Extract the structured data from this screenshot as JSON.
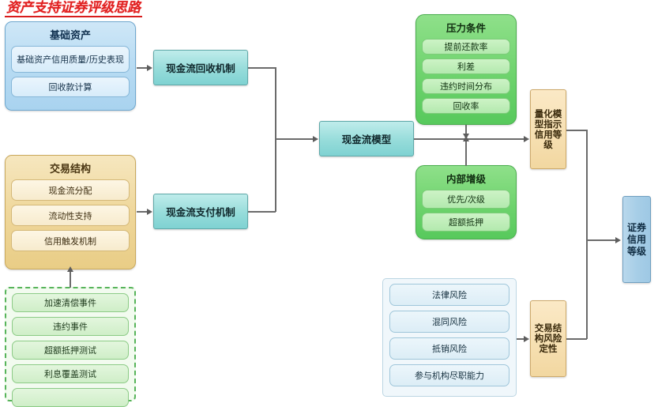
{
  "title": "资产支持证券评级思路",
  "watermark": "",
  "colors": {
    "title_red": "#e02020",
    "blue_group": "#b9dcf3",
    "tan_group": "#efd79b",
    "green_group": "#6ed36d",
    "cyan_box": "#96dcda",
    "vtan_box": "#f6dfb1",
    "vblue_box": "#a7cee7",
    "dashed_green": "#57b45a",
    "connector": "#6b6b6b"
  },
  "groups": {
    "base_assets": {
      "header": "基础资产",
      "items": [
        "基础资产信用质量/历史表现",
        "回收款计算"
      ]
    },
    "transaction_structure": {
      "header": "交易结构",
      "items": [
        "现金流分配",
        "流动性支持",
        "信用触发机制"
      ]
    },
    "trigger_events": {
      "header": "",
      "items": [
        "加速清偿事件",
        "违约事件",
        "超额抵押测试",
        "利息覆盖测试",
        ""
      ]
    },
    "stress_conditions": {
      "header": "压力条件",
      "items": [
        "提前还款率",
        "利差",
        "违约时间分布",
        "回收率"
      ]
    },
    "internal_enhancement": {
      "header": "内部增级",
      "items": [
        "优先/次级",
        "超额抵押"
      ]
    },
    "qualitative_risks": {
      "header": "",
      "items": [
        "法律风险",
        "混同风险",
        "抵销风险",
        "参与机构尽职能力"
      ]
    }
  },
  "boxes": {
    "cash_recovery": "现金流回收机制",
    "cash_payment": "现金流支付机制",
    "cashflow_model": "现金流模型",
    "quant_model_rating": "量化模型指示信用等级",
    "structure_risk_qual": "交易结构风险定性",
    "security_credit_rating": "证券信用等级"
  }
}
